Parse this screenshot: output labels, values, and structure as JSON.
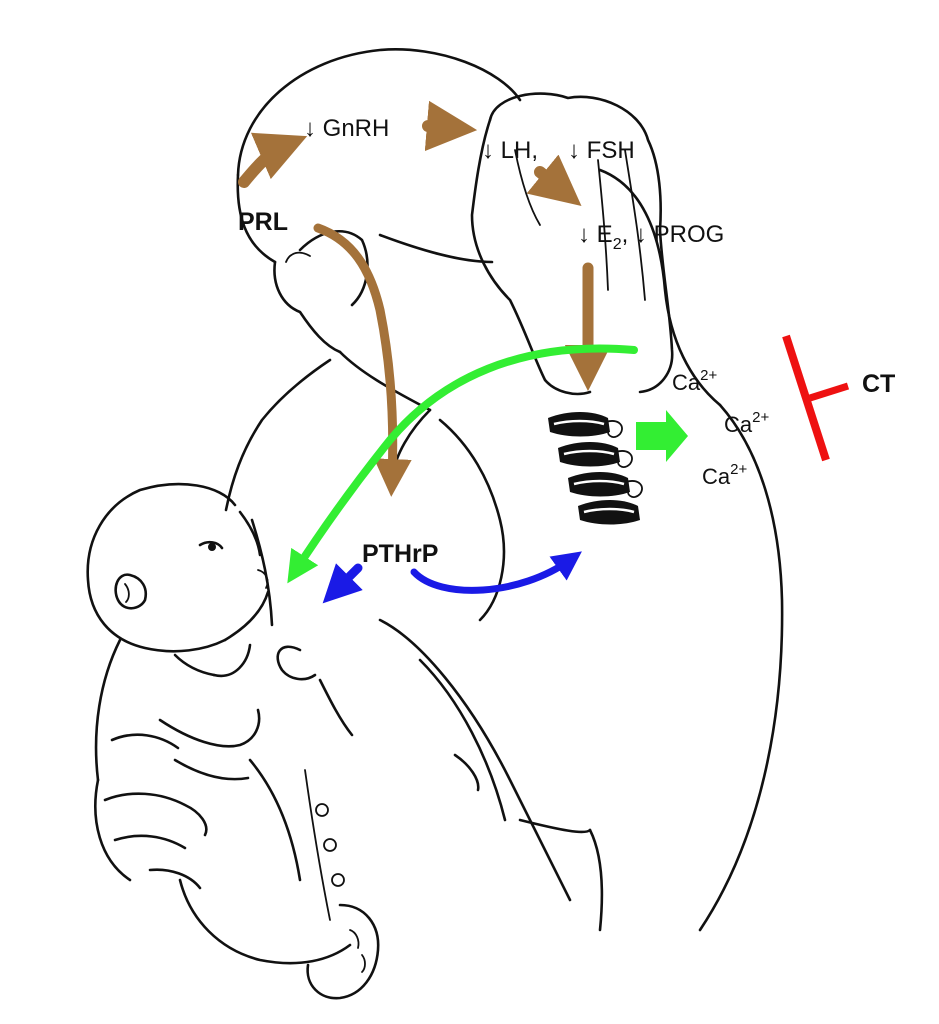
{
  "labels": {
    "gnrh": "↓ GnRH",
    "lh": "↓ LH,",
    "fsh": "↓ FSH",
    "e2": "↓ E",
    "e2_sub": "2",
    "prog": ", ↓ PROG",
    "prl": "PRL",
    "pthrp": "PTHrP",
    "ct": "CT",
    "ca_base": "Ca",
    "ca_charge": "2+"
  },
  "colors": {
    "hormone_arrow": "#a4723a",
    "calcium_flow": "#33ee33",
    "pthrp_action": "#1a1ae6",
    "calcitonin_block": "#ee1111",
    "line_art": "#111111"
  },
  "icons": {
    "mother": "mother-line-drawing",
    "infant": "infant-line-drawing",
    "spine": "vertebrae-icon"
  }
}
